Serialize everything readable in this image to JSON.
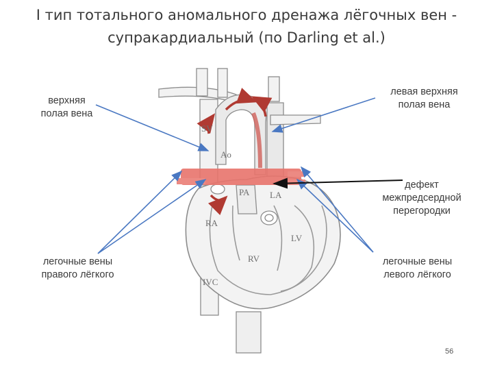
{
  "title": {
    "line1": "I тип тотального аномального дренажа лёгочных вен -",
    "line2": "супракардиальный (по Darling et al.)"
  },
  "labels": {
    "svc": {
      "line1": "верхняя",
      "line2": "полая вена"
    },
    "lsvc": {
      "line1": "левая верхняя",
      "line2": "полая вена"
    },
    "asd": {
      "line1": "дефект",
      "line2": "межпредсердной",
      "line3": "перегородки"
    },
    "right_pv": {
      "line1": "легочные вены",
      "line2": "правого лёгкого"
    },
    "left_pv": {
      "line1": "легочные вены",
      "line2": "левого лёгкого"
    }
  },
  "anatomy": {
    "sv": "SV",
    "ao": "Ao",
    "pa": "PA",
    "la": "LA",
    "ra": "RA",
    "lv": "LV",
    "rv": "RV",
    "ivc": "IVC"
  },
  "page_number": "56",
  "colors": {
    "arrow_blue": "#4a78c2",
    "vein_red": "#e8736c",
    "flow_arrow": "#b03a32",
    "outline": "#8c8c8c"
  }
}
